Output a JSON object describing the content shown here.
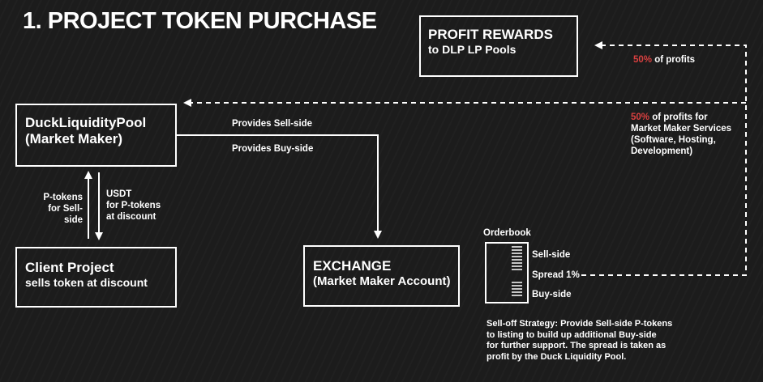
{
  "title": "1. PROJECT TOKEN PURCHASE",
  "profit_rewards": {
    "title": "PROFIT REWARDS",
    "subtitle": "to DLP LP Pools"
  },
  "duck_pool": {
    "line1": "DuckLiquidityPool",
    "line2": "(Market Maker)"
  },
  "client_project": {
    "title": "Client Project",
    "subtitle": "sells token at discount"
  },
  "exchange": {
    "title": "EXCHANGE",
    "subtitle": "(Market Maker Account)"
  },
  "arrows": {
    "sell_side": "Provides Sell-side",
    "buy_side": "Provides Buy-side",
    "ptokens_line1": "P-tokens",
    "ptokens_line2": "for Sell-side",
    "usdt_line1": "USDT",
    "usdt_line2": "for P-tokens",
    "usdt_line3": "at discount"
  },
  "profits_top": {
    "pct": "50%",
    "text": " of profits"
  },
  "profits_mid": {
    "pct": "50%",
    "text": " of profits for",
    "line2": "Market Maker Services",
    "line3": "(Software, Hosting,",
    "line4": "Development)"
  },
  "orderbook": {
    "title": "Orderbook",
    "sell_side": "Sell-side",
    "spread": "Spread 1%",
    "buy_side": "Buy-side"
  },
  "strategy": {
    "line1": "Sell-off Strategy: Provide Sell-side P-tokens",
    "line2": "to listing to build up additional Buy-side",
    "line3": "for further support. The spread is taken as",
    "line4": "profit by the Duck Liquidity Pool."
  },
  "colors": {
    "background": "#1c1c1c",
    "foreground": "#ffffff",
    "accent": "#d94040"
  }
}
